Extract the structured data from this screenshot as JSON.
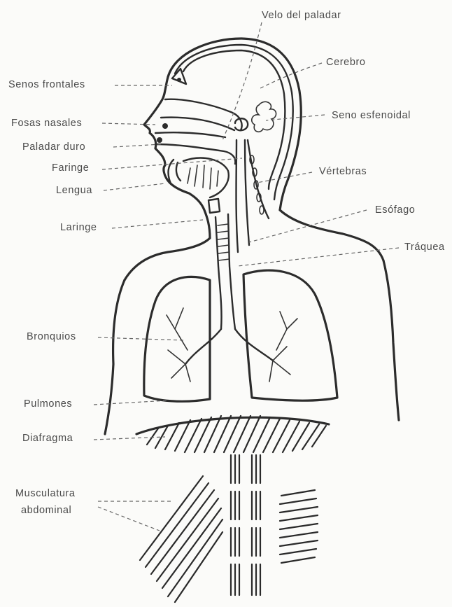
{
  "labels": {
    "velo_del_paladar": "Velo del paladar",
    "cerebro": "Cerebro",
    "senos_frontales": "Senos frontales",
    "seno_esfenoidal": "Seno esfenoidal",
    "fosas_nasales": "Fosas nasales",
    "paladar_duro": "Paladar duro",
    "faringe": "Faringe",
    "vertebras": "Vértebras",
    "lengua": "Lengua",
    "esofago": "Esófago",
    "laringe": "Laringe",
    "traquea": "Tráquea",
    "bronquios": "Bronquios",
    "pulmones": "Pulmones",
    "diafragma": "Diafragma",
    "musculatura_line1": "Musculatura",
    "musculatura_line2": "abdominal"
  }
}
